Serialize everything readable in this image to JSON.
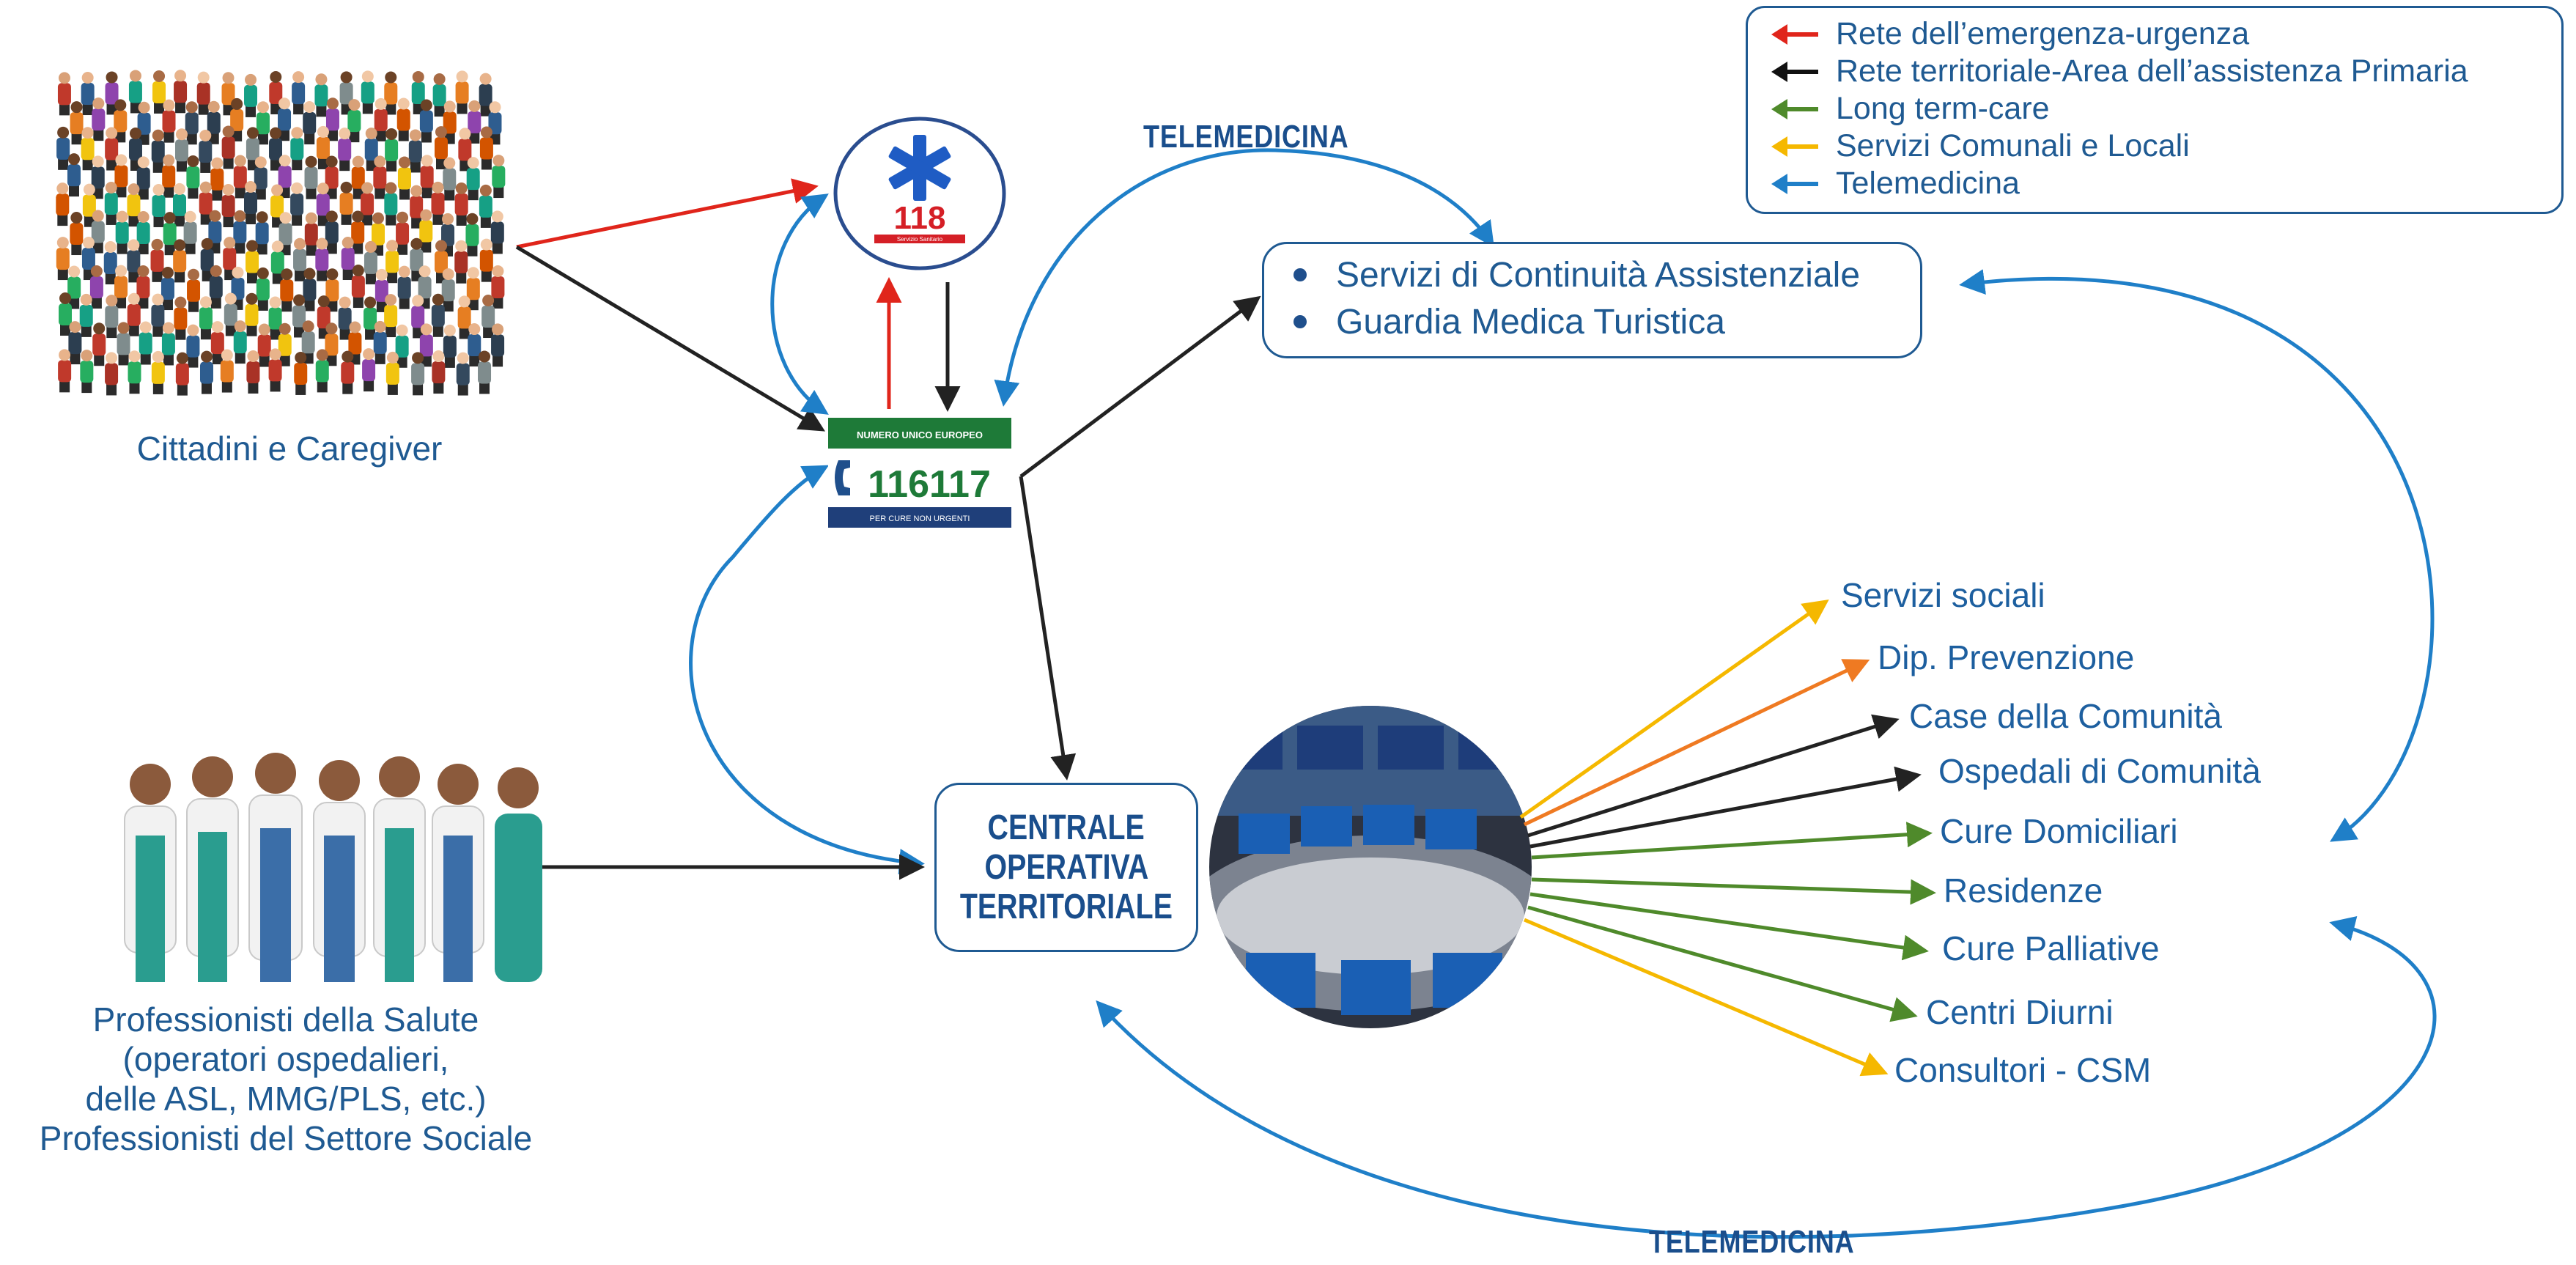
{
  "legend": {
    "items": [
      {
        "label": "Rete dell’emergenza-urgenza",
        "color": "#e0251b"
      },
      {
        "label": "Rete territoriale-Area dell’assistenza Primaria",
        "color": "#111111"
      },
      {
        "label": "Long term-care",
        "color": "#4f8a2b"
      },
      {
        "label": "Servizi Comunali e Locali",
        "color": "#f5b800"
      },
      {
        "label": "Telemedicina",
        "color": "#1f7fc8"
      }
    ]
  },
  "telemedicina_top": "TELEMEDICINA",
  "telemedicina_bottom": "TELEMEDICINA",
  "continuity_box": {
    "items": [
      "Servizi di Continuità Assistenziale",
      "Guardia Medica Turistica"
    ]
  },
  "citizens_label": "Cittadini e Caregiver",
  "professionals_label": [
    "Professionisti della Salute",
    "(operatori ospedalieri,",
    "delle ASL, MMG/PLS, etc.)",
    "Professionisti del Settore Sociale"
  ],
  "cot_label": [
    "CENTRALE",
    "OPERATIVA",
    "TERRITORIALE"
  ],
  "logo_118": {
    "number": "118",
    "caption": "Servizio Sanitario"
  },
  "logo_116117": {
    "top": "NUMERO UNICO EUROPEO",
    "number": "116117",
    "bottom": "PER CURE NON URGENTI"
  },
  "destinations": [
    {
      "label": "Servizi sociali",
      "color": "#f5b800"
    },
    {
      "label": "Dip. Prevenzione",
      "color": "#ef7a22"
    },
    {
      "label": "Case della Comunità",
      "color": "#111111"
    },
    {
      "label": "Ospedali di Comunità",
      "color": "#111111"
    },
    {
      "label": "Cure Domiciliari",
      "color": "#4f8a2b"
    },
    {
      "label": "Residenze",
      "color": "#4f8a2b"
    },
    {
      "label": "Cure Palliative",
      "color": "#4f8a2b"
    },
    {
      "label": "Centri Diurni",
      "color": "#4f8a2b"
    },
    {
      "label": "Consultori - CSM",
      "color": "#f5b800"
    }
  ],
  "colors": {
    "red": "#e0251b",
    "black": "#222222",
    "blue": "#1f7fc8",
    "text": "#1f5a92"
  }
}
